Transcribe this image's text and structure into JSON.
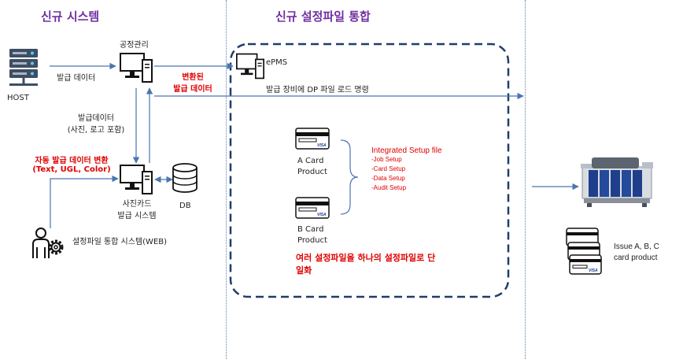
{
  "sections": {
    "left_title": "신규 시스템",
    "right_title": "신규 설정파일 통합"
  },
  "nodes": {
    "host": "HOST",
    "process_mgmt": "공정관리",
    "epms": "ePMS",
    "photo_card_l1": "사진카드",
    "photo_card_l2": "발급 시스템",
    "db": "DB",
    "web_system": "설정파일 통합 시스템(WEB)"
  },
  "edges": {
    "issue_data": "발급 데이터",
    "converted_l1": "변환된",
    "converted_l2": "발급 데이터",
    "load_command": "발급 장비에 DP 파일 로드 명령",
    "issue_data2_l1": "발급데이터",
    "issue_data2_l2": "(사진, 로고 포함)",
    "auto_convert_l1": "자동 발급 데이터 변환",
    "auto_convert_l2": "(Text, UGL, Color)"
  },
  "cards": {
    "a_l1": "A Card",
    "a_l2": "Product",
    "b_l1": "B Card",
    "b_l2": "Product",
    "brand": "VISA"
  },
  "integrated": {
    "title": "Integrated Setup file",
    "items": [
      "-Job Setup",
      "-Card Setup",
      "-Data Setup",
      "-Audit Setup"
    ]
  },
  "unify_note_l1": "여러 설정파일을 하나의 설정파일로 단",
  "unify_note_l2": "일화",
  "issue": {
    "l1": "Issue A, B, C",
    "l2": "card product"
  }
}
